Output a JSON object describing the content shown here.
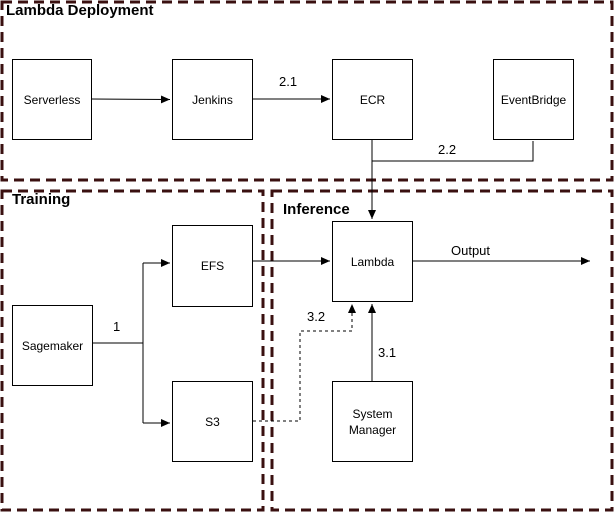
{
  "regions": {
    "deployment": "Lambda Deployment",
    "training": "Training",
    "inference": "Inference"
  },
  "nodes": {
    "serverless": "Serverless",
    "jenkins": "Jenkins",
    "ecr": "ECR",
    "eventbridge": "EventBridge",
    "efs": "EFS",
    "sagemaker": "Sagemaker",
    "s3": "S3",
    "lambda": "Lambda",
    "system_manager": "System Manager"
  },
  "edges": {
    "jenkins_ecr": "2.1",
    "eventbridge_lambda": "2.2",
    "sagemaker_split": "1",
    "s3_lambda": "3.2",
    "sysmgr_lambda": "3.1",
    "output": "Output"
  },
  "colors": {
    "region_border": "#3a1010",
    "line": "#000000"
  }
}
